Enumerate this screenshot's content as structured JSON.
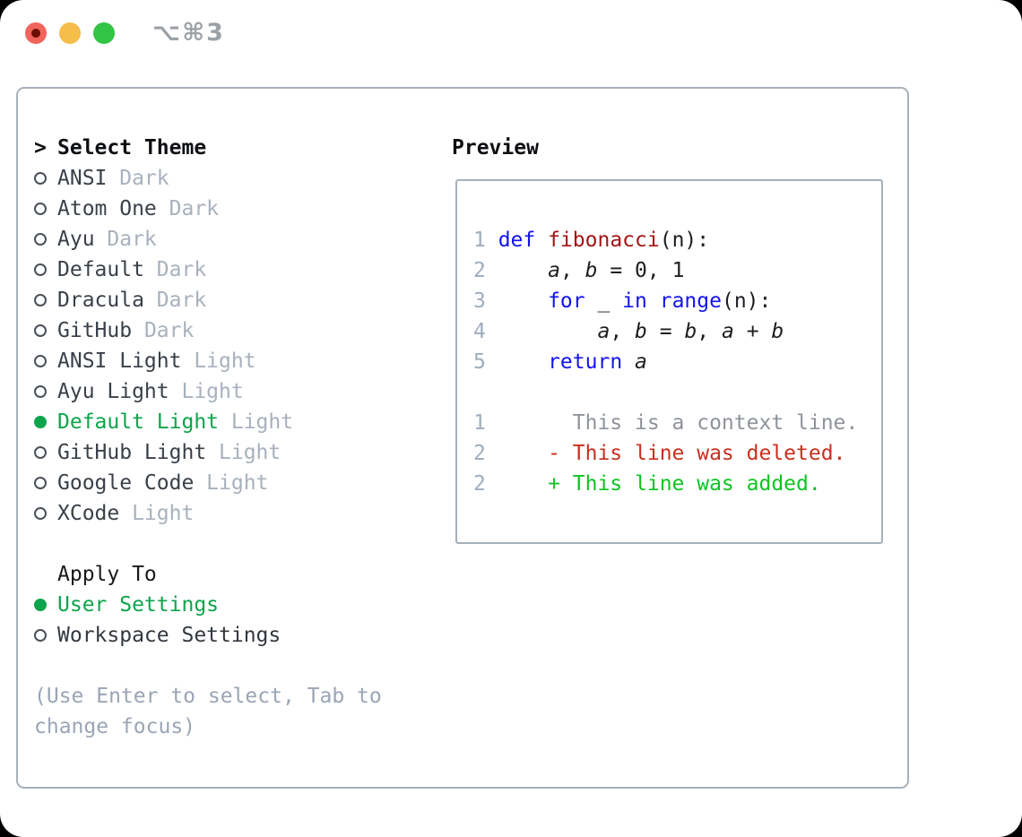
{
  "titlebar": {
    "title": "⌥⌘3"
  },
  "panel": {
    "prompt": ">",
    "header": "Select Theme",
    "themes": [
      {
        "name": "ANSI",
        "variant": "Dark",
        "selected": false
      },
      {
        "name": "Atom One",
        "variant": "Dark",
        "selected": false
      },
      {
        "name": "Ayu",
        "variant": "Dark",
        "selected": false
      },
      {
        "name": "Default",
        "variant": "Dark",
        "selected": false
      },
      {
        "name": "Dracula",
        "variant": "Dark",
        "selected": false
      },
      {
        "name": "GitHub",
        "variant": "Dark",
        "selected": false
      },
      {
        "name": "ANSI Light",
        "variant": "Light",
        "selected": false
      },
      {
        "name": "Ayu Light",
        "variant": "Light",
        "selected": false
      },
      {
        "name": "Default Light",
        "variant": "Light",
        "selected": true
      },
      {
        "name": "GitHub Light",
        "variant": "Light",
        "selected": false
      },
      {
        "name": "Google Code",
        "variant": "Light",
        "selected": false
      },
      {
        "name": "XCode",
        "variant": "Light",
        "selected": false
      }
    ],
    "apply_to": {
      "header": "Apply To",
      "options": [
        {
          "label": "User Settings",
          "selected": true
        },
        {
          "label": "Workspace Settings",
          "selected": false
        }
      ]
    },
    "help_lines": [
      "(Use Enter to select, Tab to",
      "change focus)"
    ]
  },
  "preview": {
    "header": "Preview",
    "lines": [
      {
        "num": "1",
        "segs": [
          [
            "kw",
            "def"
          ],
          [
            "pl",
            " "
          ],
          [
            "fn",
            "fibonacci"
          ],
          [
            "pl",
            "(n):"
          ]
        ]
      },
      {
        "num": "2",
        "segs": [
          [
            "pl",
            "    "
          ],
          [
            "it",
            "a"
          ],
          [
            "pl",
            ", "
          ],
          [
            "it",
            "b"
          ],
          [
            "pl",
            " = 0, 1"
          ]
        ]
      },
      {
        "num": "3",
        "segs": [
          [
            "pl",
            "    "
          ],
          [
            "kw",
            "for"
          ],
          [
            "pl",
            " _ "
          ],
          [
            "kw",
            "in"
          ],
          [
            "pl",
            " "
          ],
          [
            "kw",
            "range"
          ],
          [
            "pl",
            "(n):"
          ]
        ]
      },
      {
        "num": "4",
        "segs": [
          [
            "pl",
            "        "
          ],
          [
            "it",
            "a"
          ],
          [
            "pl",
            ", "
          ],
          [
            "it",
            "b"
          ],
          [
            "pl",
            " = "
          ],
          [
            "it",
            "b"
          ],
          [
            "pl",
            ", "
          ],
          [
            "it",
            "a"
          ],
          [
            "pl",
            " + "
          ],
          [
            "it",
            "b"
          ]
        ]
      },
      {
        "num": "5",
        "segs": [
          [
            "pl",
            "    "
          ],
          [
            "kw",
            "return"
          ],
          [
            "pl",
            " "
          ],
          [
            "it",
            "a"
          ]
        ]
      },
      {
        "num": "",
        "segs": []
      },
      {
        "num": "1",
        "segs": [
          [
            "ctx",
            "      This is a context line."
          ]
        ]
      },
      {
        "num": "2",
        "segs": [
          [
            "del",
            "    - This line was deleted."
          ]
        ]
      },
      {
        "num": "2",
        "segs": [
          [
            "add",
            "    + This line was added."
          ]
        ]
      }
    ]
  },
  "colors": {
    "selected_green": "#0ea44b",
    "keyword_blue": "#1313f0",
    "function_red": "#a31515",
    "diff_added_green": "#0dc420",
    "diff_deleted_red": "#c92f1e",
    "context_gray": "#8e939b",
    "line_number_gray": "#9fadbf",
    "muted_variant_gray": "#a8b1bd",
    "border_gray": "#a8b1ba",
    "traffic_red": "#f1645b",
    "traffic_yellow": "#f6bd4a",
    "traffic_green": "#32c444"
  }
}
